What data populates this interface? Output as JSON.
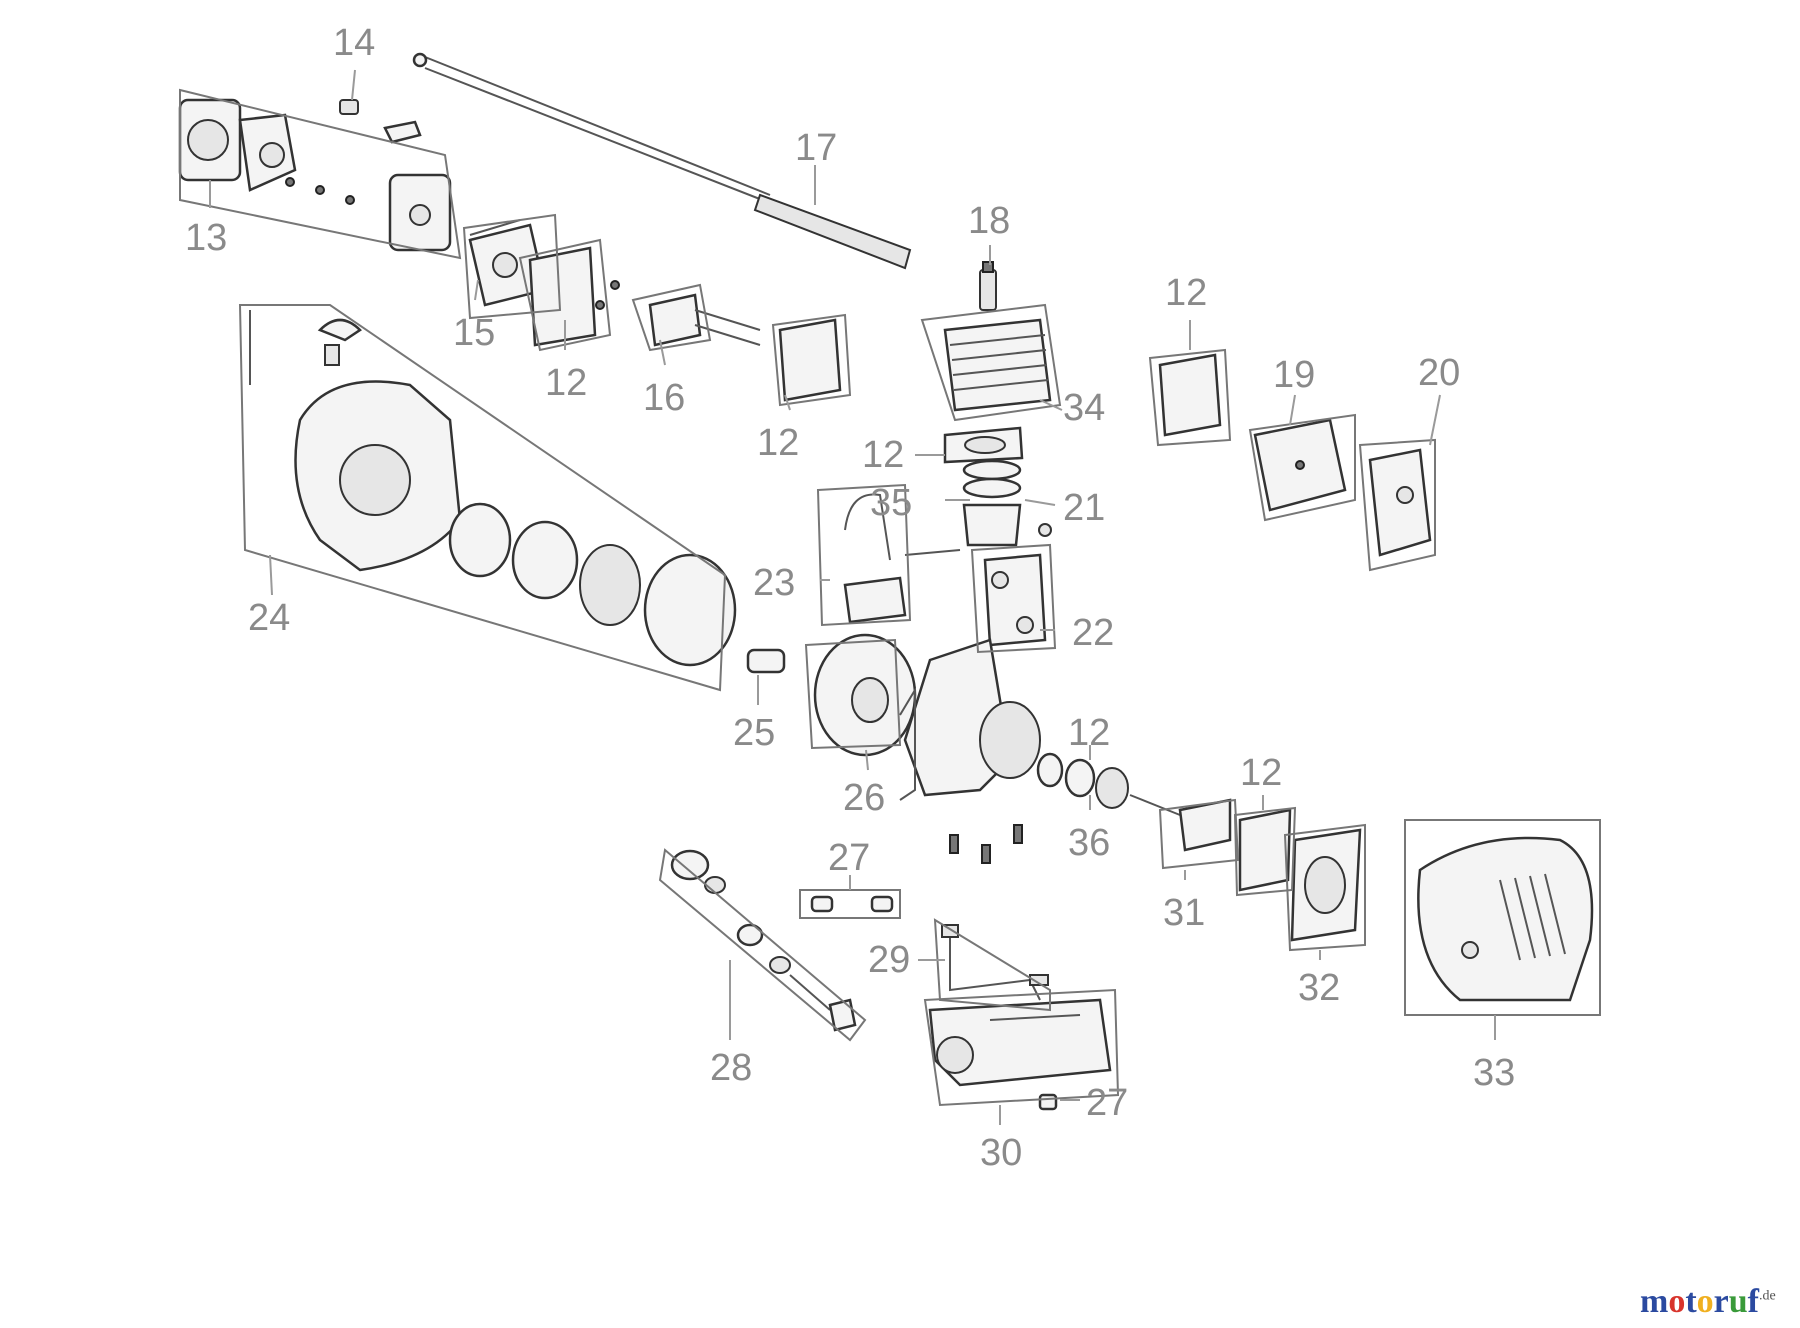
{
  "parts": [
    {
      "id": "p12a",
      "label": "12"
    },
    {
      "id": "p12b",
      "label": "12"
    },
    {
      "id": "p12c",
      "label": "12"
    },
    {
      "id": "p12d",
      "label": "12"
    },
    {
      "id": "p12e",
      "label": "12"
    },
    {
      "id": "p12f",
      "label": "12"
    },
    {
      "id": "p13",
      "label": "13"
    },
    {
      "id": "p14",
      "label": "14"
    },
    {
      "id": "p15",
      "label": "15"
    },
    {
      "id": "p16",
      "label": "16"
    },
    {
      "id": "p17",
      "label": "17"
    },
    {
      "id": "p18",
      "label": "18"
    },
    {
      "id": "p19",
      "label": "19"
    },
    {
      "id": "p20",
      "label": "20"
    },
    {
      "id": "p21",
      "label": "21"
    },
    {
      "id": "p22",
      "label": "22"
    },
    {
      "id": "p23",
      "label": "23"
    },
    {
      "id": "p24",
      "label": "24"
    },
    {
      "id": "p25",
      "label": "25"
    },
    {
      "id": "p26",
      "label": "26"
    },
    {
      "id": "p27a",
      "label": "27"
    },
    {
      "id": "p27b",
      "label": "27"
    },
    {
      "id": "p28",
      "label": "28"
    },
    {
      "id": "p29",
      "label": "29"
    },
    {
      "id": "p30",
      "label": "30"
    },
    {
      "id": "p31",
      "label": "31"
    },
    {
      "id": "p32",
      "label": "32"
    },
    {
      "id": "p33",
      "label": "33"
    },
    {
      "id": "p34",
      "label": "34"
    },
    {
      "id": "p35",
      "label": "35"
    },
    {
      "id": "p36",
      "label": "36"
    }
  ],
  "watermark": {
    "brand_segments": [
      {
        "text": "m",
        "color": "#2b4aa0"
      },
      {
        "text": "o",
        "color": "#d8342c"
      },
      {
        "text": "t",
        "color": "#2b4aa0"
      },
      {
        "text": "o",
        "color": "#f0b020"
      },
      {
        "text": "r",
        "color": "#2b4aa0"
      },
      {
        "text": "u",
        "color": "#3a9a3a"
      },
      {
        "text": "f",
        "color": "#2b4aa0"
      }
    ],
    "suffix": ".de"
  }
}
